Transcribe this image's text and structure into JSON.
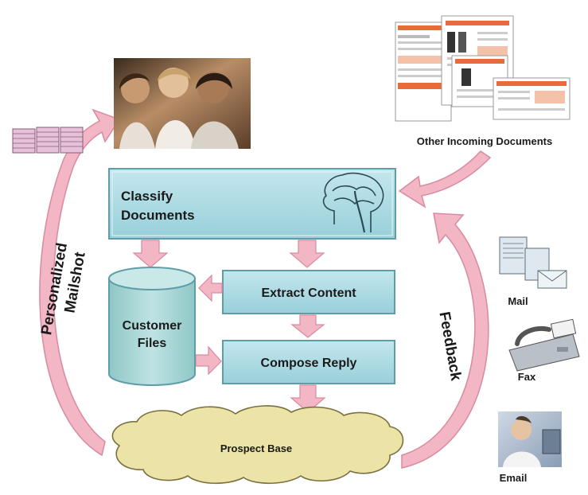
{
  "process": {
    "classify": [
      "Classify",
      "Documents"
    ],
    "extract": "Extract Content",
    "compose": "Compose Reply",
    "customer_files": [
      "Customer",
      "Files"
    ],
    "prospect_base": "Prospect Base"
  },
  "loops": {
    "mailshot": [
      "Personalized",
      "Mailshot"
    ],
    "feedback": "Feedback"
  },
  "inputs": {
    "other_documents": "Other Incoming Documents",
    "mail": "Mail",
    "fax": "Fax",
    "email": "Email"
  },
  "colors": {
    "box_fill": "#a9dbe4",
    "box_border": "#5f9ea8",
    "arrow_pink": "#f2b6c4",
    "arrow_pink_stroke": "#d98aa0",
    "cloud_fill": "#ece3a6",
    "text": "#1a1a1a"
  }
}
